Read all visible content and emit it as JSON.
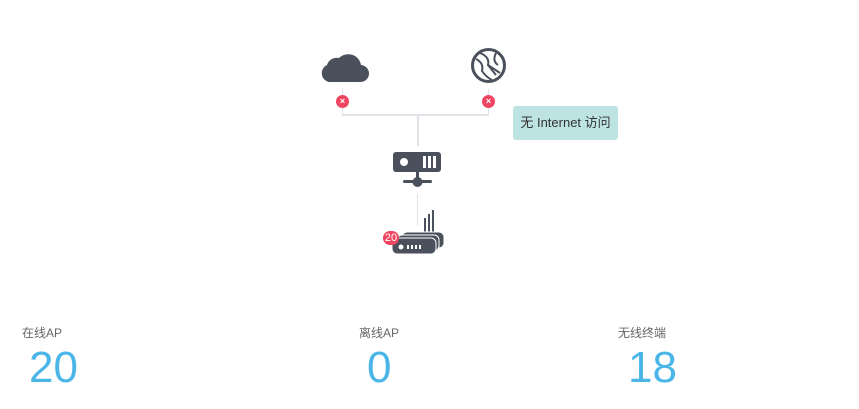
{
  "topology": {
    "cloud_status": "error",
    "internet_status": "error",
    "tooltip": "无 Internet 访问",
    "ap_badge": "20"
  },
  "stats": [
    {
      "label": "在线AP",
      "value": "20"
    },
    {
      "label": "离线AP",
      "value": "0"
    },
    {
      "label": "无线终端",
      "value": "18"
    }
  ],
  "colors": {
    "accent": "#4ab6e8",
    "error": "#ee4560",
    "icon": "#4a505c",
    "tooltip_bg": "#bde3e3"
  }
}
